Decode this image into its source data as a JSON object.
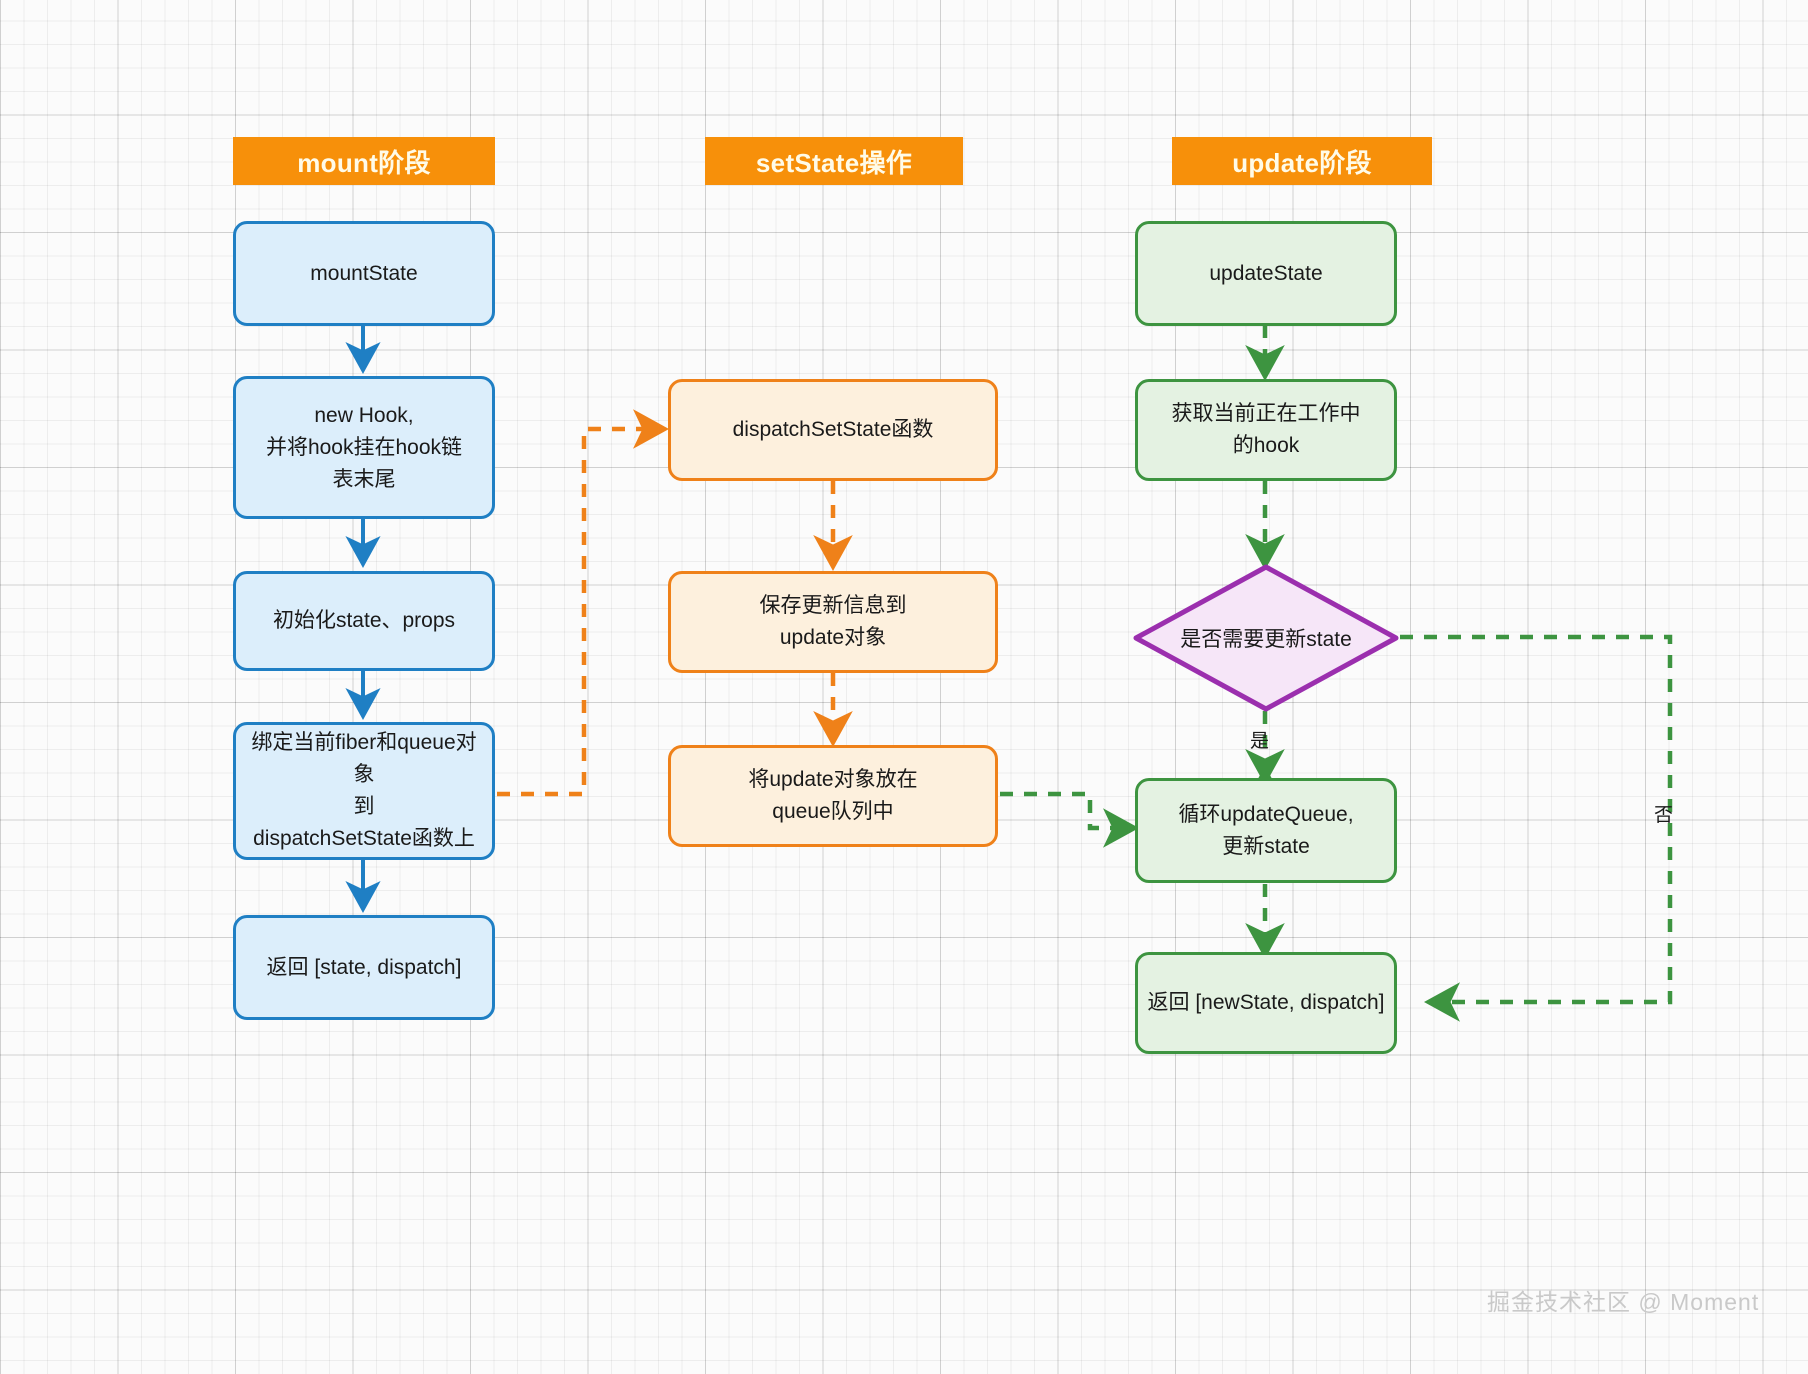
{
  "diagram": {
    "title_watermark": "掘金技术社区 @ Moment",
    "colors": {
      "header_bg": "#f7900a",
      "mount_border": "#1f7fc4",
      "mount_fill": "#dceefb",
      "setstate_border": "#ef8119",
      "setstate_fill": "#fdf0dd",
      "update_border": "#3d9440",
      "update_fill": "#e4f2e2",
      "decision_border": "#9b2fae",
      "decision_fill": "#f6e6f8"
    },
    "columns": [
      {
        "key": "mount",
        "header": "mount阶段",
        "nodes": [
          {
            "id": "mountState",
            "label": "mountState"
          },
          {
            "id": "newHook",
            "label": "new Hook,\n并将hook挂在hook链\n表末尾"
          },
          {
            "id": "initState",
            "label": "初始化state、props"
          },
          {
            "id": "bindFiber",
            "label": "绑定当前fiber和queue对象\n到\ndispatchSetState函数上"
          },
          {
            "id": "returnState",
            "label": "返回 [state, dispatch]"
          }
        ]
      },
      {
        "key": "setstate",
        "header": "setState操作",
        "nodes": [
          {
            "id": "dispatchSetState",
            "label": "dispatchSetState函数"
          },
          {
            "id": "saveUpdate",
            "label": "保存更新信息到\nupdate对象"
          },
          {
            "id": "enqueueUpdate",
            "label": "将update对象放在\nqueue队列中"
          }
        ]
      },
      {
        "key": "update",
        "header": "update阶段",
        "nodes": [
          {
            "id": "updateState",
            "label": "updateState"
          },
          {
            "id": "getHook",
            "label": "获取当前正在工作中\n的hook"
          },
          {
            "id": "decision",
            "label": "是否需要更新state",
            "shape": "diamond"
          },
          {
            "id": "loopQueue",
            "label": "循环updateQueue,\n更新state"
          },
          {
            "id": "returnNewState",
            "label": "返回 [newState, dispatch]"
          }
        ]
      }
    ],
    "edge_labels": {
      "yes": "是",
      "no": "否"
    }
  }
}
